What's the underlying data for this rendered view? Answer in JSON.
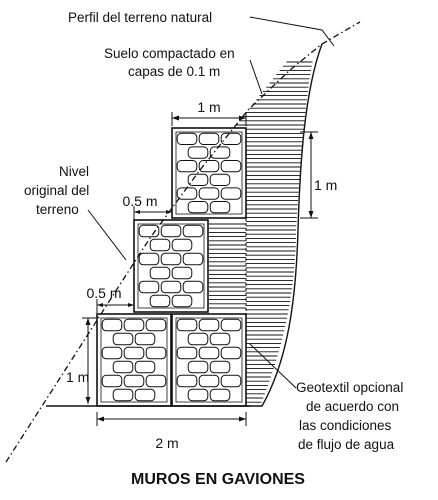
{
  "labels": {
    "natural_terrain": "Perfil del terreno natural",
    "compacted_soil_line1": "Suelo compactado en",
    "compacted_soil_line2": "capas de 0.1 m",
    "original_level_line1": "Nivel",
    "original_level_line2": "original del",
    "original_level_line3": "terreno",
    "geotextile_line1": "Geotextil opcional",
    "geotextile_line2": "de acuerdo con",
    "geotextile_line3": "las condiciones",
    "geotextile_line4": "de flujo de agua"
  },
  "dimensions": {
    "top_width": "1 m",
    "top_height": "1 m",
    "step_upper": "0.5 m",
    "step_lower": "0.5 m",
    "base_height": "1 m",
    "base_width": "2 m"
  },
  "title": "MUROS EN GAVIONES",
  "colors": {
    "ink": "#111111",
    "background": "#ffffff"
  }
}
